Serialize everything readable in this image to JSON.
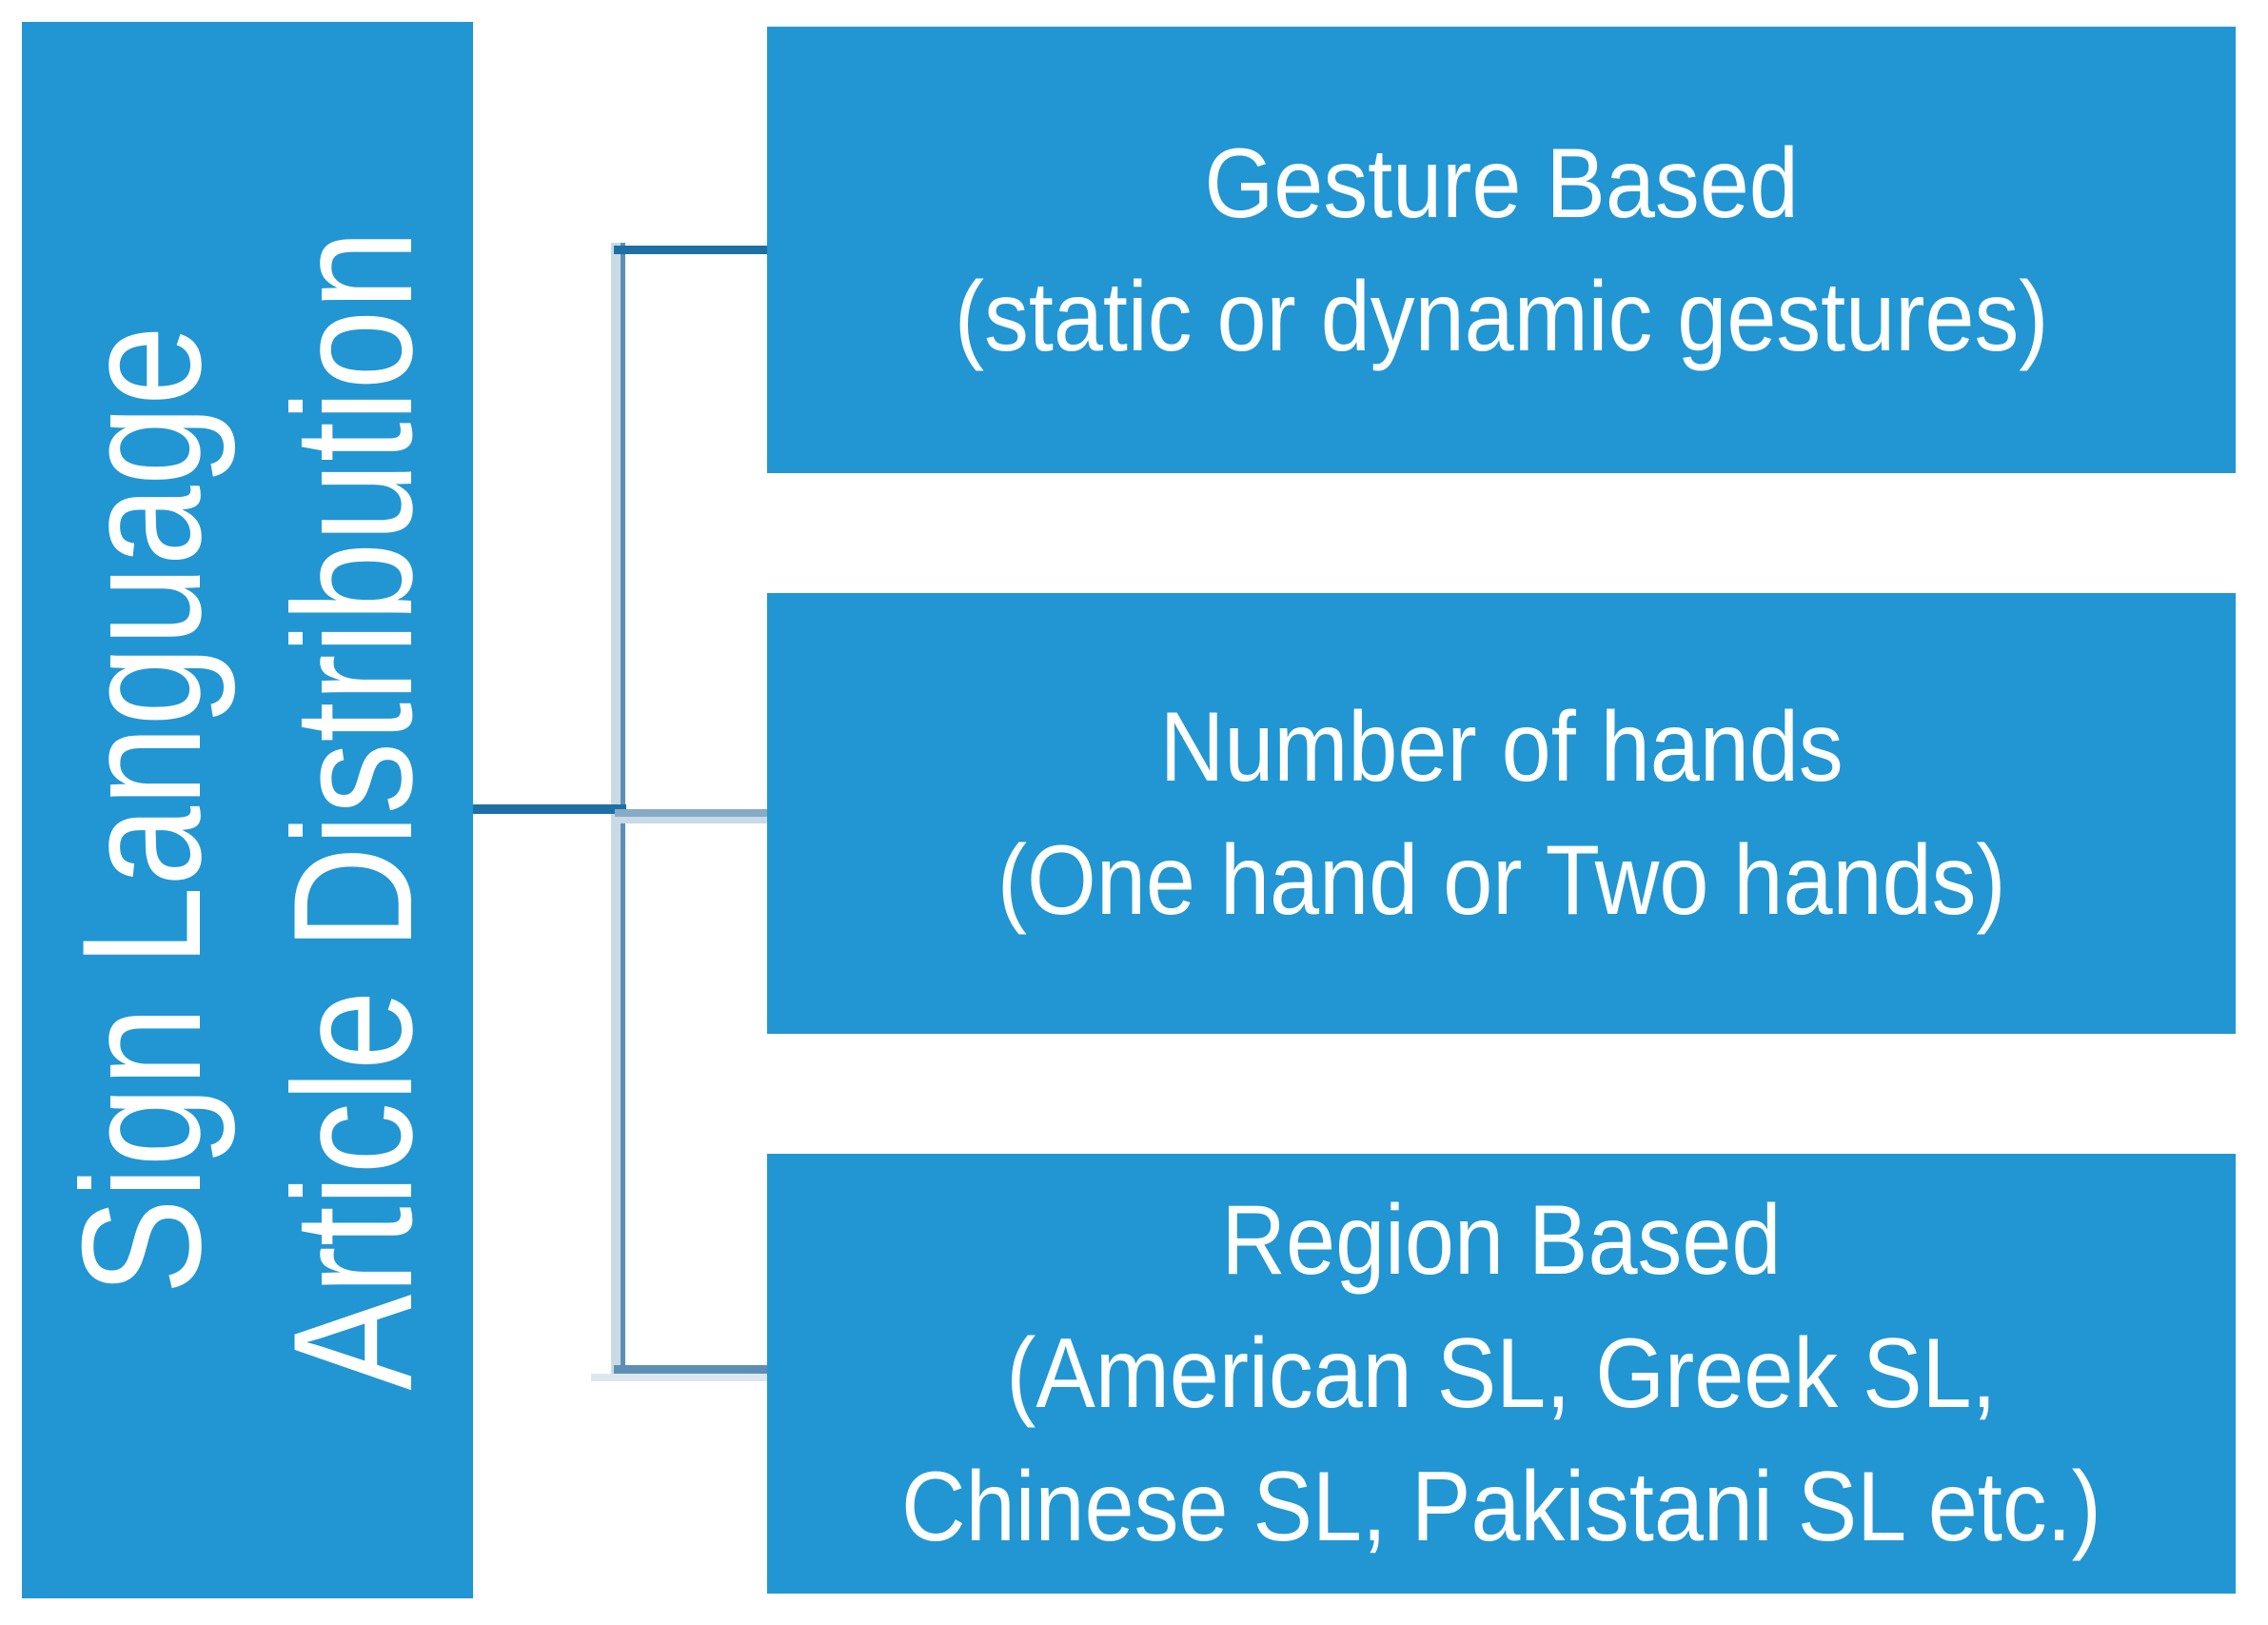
{
  "diagram": {
    "root": {
      "lines": [
        "Sign Language",
        "Article Distribution"
      ]
    },
    "branches": [
      {
        "lines": [
          "Gesture Based",
          "(static or dynamic gestures)"
        ]
      },
      {
        "lines": [
          "Number of hands",
          "(One hand or Two hands)"
        ]
      },
      {
        "lines": [
          "Region Based",
          "(American SL, Greek SL,",
          "Chinese SL, Pakistani SL etc.)"
        ]
      }
    ],
    "colors": {
      "canvas_bg": "#ffffff",
      "node_fill": "#2196d3",
      "node_text": "#ffffff",
      "connector_dark": "#1c70a4",
      "connector_medium": "#5d8fb5",
      "connector_medium_light": "#86abc7",
      "connector_light": "#c9d9e6",
      "connector_pale": "#dce7ef"
    }
  }
}
